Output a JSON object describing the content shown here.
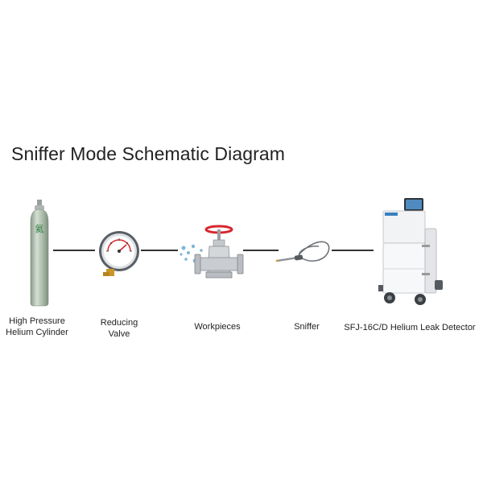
{
  "title": "Sniffer Mode Schematic Diagram",
  "items": [
    {
      "label_lines": [
        "High Pressure",
        "Helium Cylinder"
      ],
      "icon": "gas-cylinder-icon"
    },
    {
      "label_lines": [
        "Reducing",
        "Valve"
      ],
      "icon": "pressure-gauge-icon"
    },
    {
      "label_lines": [
        "Workpieces"
      ],
      "icon": "gate-valve-icon"
    },
    {
      "label_lines": [
        "Sniffer"
      ],
      "icon": "sniffer-probe-icon"
    },
    {
      "label_lines": [
        "SFJ-16C/D Helium Leak Detector"
      ],
      "icon": "leak-detector-icon"
    }
  ],
  "cylinder_marking": "氦",
  "colors": {
    "cylinder": "#a8b9a8",
    "valve_handle": "#d9262e",
    "gauge_dial": "#ffffff",
    "text": "#222222",
    "line": "#333333"
  }
}
